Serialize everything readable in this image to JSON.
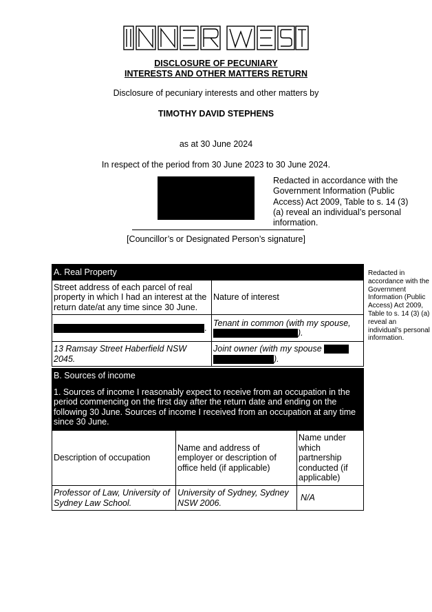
{
  "header": {
    "logo_text": "INNER WEST",
    "title_line1": "DISCLOSURE OF PECUNIARY",
    "title_line2": "INTERESTS AND OTHER MATTERS RETURN"
  },
  "intro": {
    "disclosure_by": "Disclosure of pecuniary interests and other matters by",
    "person_name": "TIMOTHY DAVID STEPHENS",
    "as_at": "as at 30 June 2024",
    "period": "In respect of the period from 30 June 2023 to 30 June 2024."
  },
  "signature": {
    "redaction_note": "Redacted in accordance with the Government Information (Public Access) Act 2009, Table to s. 14 (3) (a) reveal an individual’s personal information.",
    "caption": "[Councillor’s or Designated Person’s signature]"
  },
  "side_note": "Redacted in accordance with the Government Information (Public Access) Act 2009, Table to s. 14 (3) (a) reveal an individual’s personal information.",
  "section_a": {
    "heading": "A. Real Property",
    "col_address": "Street address of each parcel of real property in which I had an interest at the return date/at any time since 30 June.",
    "col_nature": "Nature of interest",
    "rows": [
      {
        "address_tail": ".",
        "nature_prefix": "Tenant in common (with my spouse,",
        "nature_suffix": ")."
      },
      {
        "address": "13 Ramsay Street Haberfield NSW 2045.",
        "nature_prefix": "Joint owner (with my spouse",
        "nature_suffix": ")."
      }
    ]
  },
  "section_b": {
    "heading": "B. Sources of income",
    "subheading": "1. Sources of income I reasonably expect to receive from an occupation in the period commencing on the first day after the return date and ending on the following 30 June. Sources of income I received from an occupation at any time since 30 June.",
    "col_occupation": "Description of occupation",
    "col_employer": "Name and address of employer or description of office held (if applicable)",
    "col_partnership": "Name under which partnership conducted (if applicable)",
    "rows": [
      {
        "occupation": "Professor of Law, University of Sydney Law School.",
        "employer": "University of Sydney, Sydney NSW 2006.",
        "partnership": "N/A"
      }
    ]
  }
}
